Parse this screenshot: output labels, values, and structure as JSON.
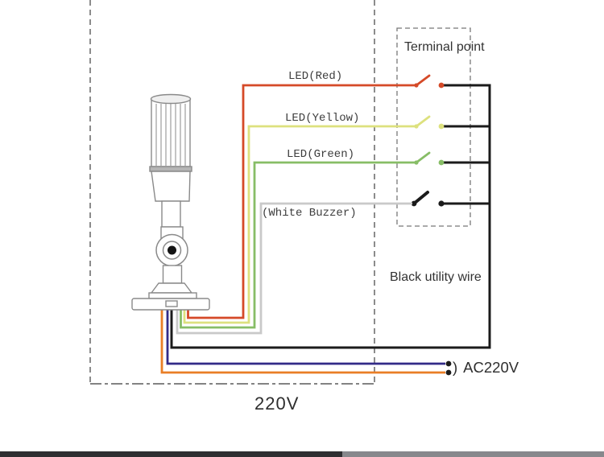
{
  "diagram": {
    "title_text": "Terminal point",
    "labels": {
      "led_red": "LED(Red)",
      "led_yellow": "LED(Yellow)",
      "led_green": "LED(Green)",
      "white_buzzer": "(White Buzzer)",
      "terminal_point": "Terminal point",
      "black_utility_wire": "Black utility wire",
      "ac_paren": ")",
      "ac220v": "AC220V",
      "bottom_220v": "220V"
    },
    "colors": {
      "red_wire": "#d54a28",
      "yellow_wire": "#dde17e",
      "green_wire": "#87bd66",
      "white_wire": "#c9c9c9",
      "black_wire": "#1b1b1b",
      "blue_wire": "#322a87",
      "orange_wire": "#e97e26",
      "dashed_outline": "#5a5a5a",
      "terminal_box_outline": "#787878",
      "device_outline": "#8a8a8a",
      "bottom_bar_dark": "#2e2e31",
      "bottom_bar_light": "#87888c"
    }
  }
}
